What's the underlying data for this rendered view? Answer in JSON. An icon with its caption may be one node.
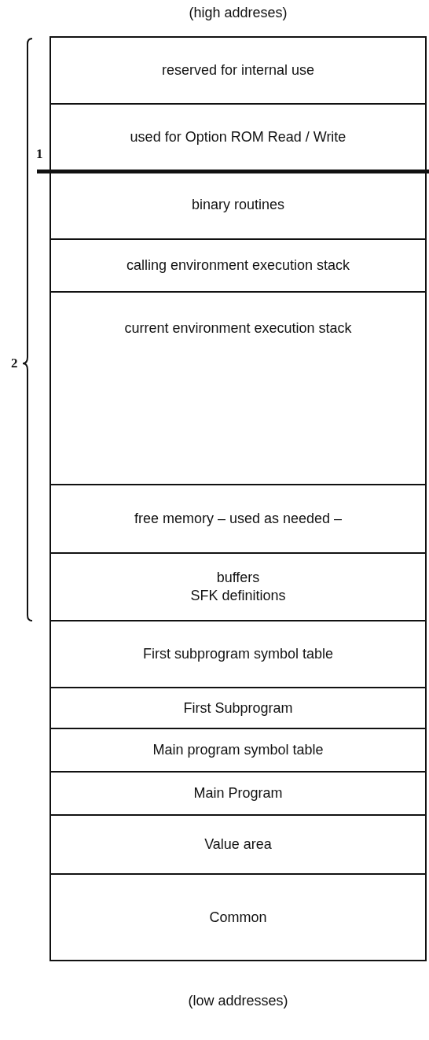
{
  "diagram": {
    "nodes": [
      {
        "text": [
          "reserved for internal use"
        ]
      },
      {
        "text": [
          "used for Option ROM Read / Write"
        ]
      },
      {
        "text": [
          "binary routines"
        ]
      },
      {
        "text": [
          "calling environment execution stack"
        ]
      },
      {
        "text": [
          "current environment execution stack"
        ]
      },
      {
        "text": [
          "free memory – used as needed –"
        ]
      },
      {
        "text": [
          "buffers",
          "SFK definitions"
        ]
      },
      {
        "text": [
          "First subprogram symbol table"
        ]
      },
      {
        "text": [
          "First Subprogram"
        ]
      },
      {
        "text": [
          "Main program symbol table"
        ]
      },
      {
        "text": [
          "Main Program"
        ]
      },
      {
        "text": [
          "Value area"
        ]
      },
      {
        "text": [
          "Common"
        ]
      }
    ],
    "labels": [
      "(high addreses)",
      "1",
      "2",
      "(low addresses)"
    ]
  }
}
